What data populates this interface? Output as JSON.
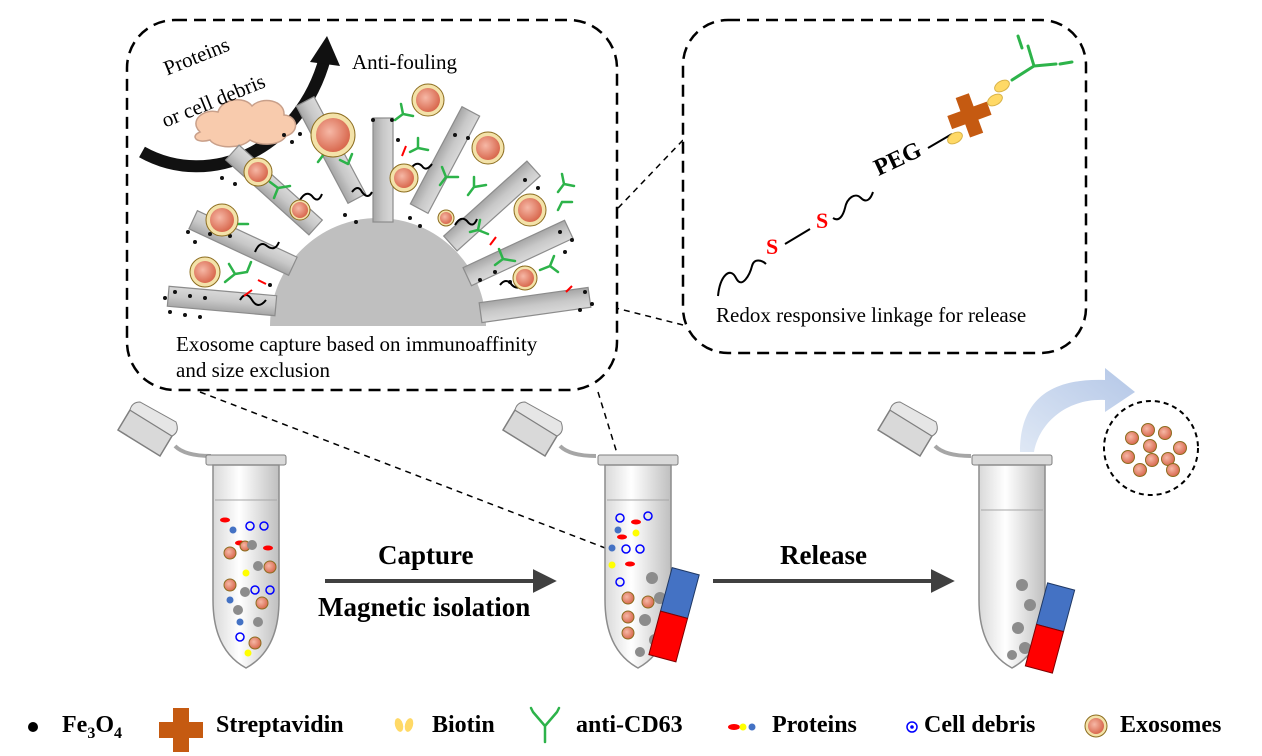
{
  "left_panel": {
    "waste_label_line1": "Proteins",
    "waste_label_line2": "or  cell debris",
    "antifouling_label": "Anti-fouling",
    "caption_line1": "Exosome capture based on immunoaffinity",
    "caption_line2": "and size exclusion"
  },
  "right_panel": {
    "s1": "S",
    "s2": "S",
    "peg": "PEG",
    "caption": "Redox responsive linkage for release"
  },
  "steps": {
    "capture_top": "Capture",
    "capture_bottom": "Magnetic isolation",
    "release": "Release"
  },
  "legend": {
    "fe3o4": {
      "base": "Fe",
      "sub1": "3",
      "mid": "O",
      "sub2": "4"
    },
    "streptavidin": "Streptavidin",
    "biotin": "Biotin",
    "anti_cd63": "anti-CD63",
    "proteins": "Proteins",
    "cell_debris": "Cell debris",
    "exosomes": "Exosomes"
  },
  "colors": {
    "antibody": "#2db34a",
    "streptavidin": "#c55a11",
    "biotin": "#ffd966",
    "sulfur": "#ff0000",
    "exosome_fill": "#e8846b",
    "exosome_ring": "#f3e2a9",
    "magnet_north": "#4472c4",
    "magnet_south": "#ff0000",
    "rod_gray": "#bfbfbf",
    "cloud": "#f8cbad"
  }
}
